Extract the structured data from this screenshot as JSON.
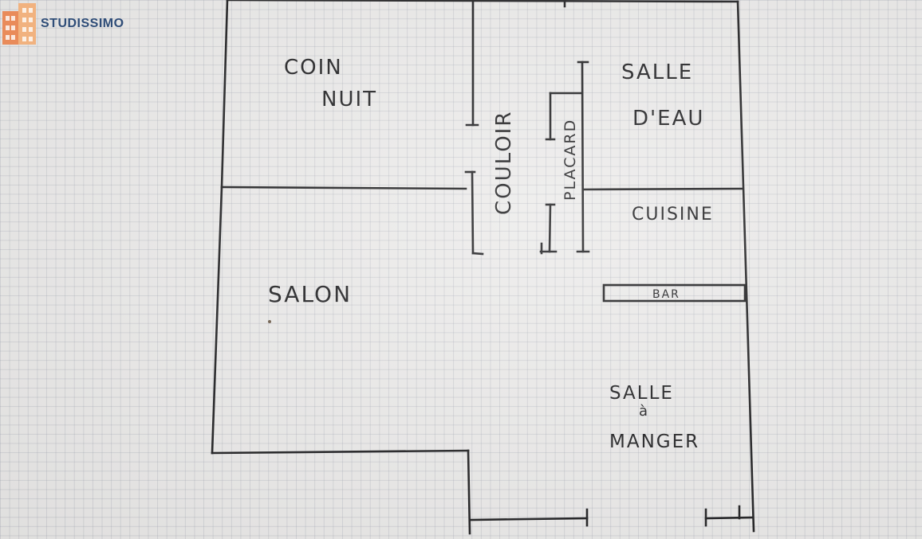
{
  "logo": {
    "name": "STUDISSIMO",
    "icon": "building-icon",
    "text_color": "#2f4d78",
    "accent": "#e98b5a"
  },
  "rooms": {
    "coin_nuit": [
      "COIN",
      "NUIT"
    ],
    "salle_deau": [
      "SALLE",
      "D'EAU"
    ],
    "couloir": "COULOIR",
    "placard": "PLACARD",
    "cuisine": "CUISINE",
    "bar": "BAR",
    "salon": "SALON",
    "salle_a_manger": [
      "SALLE",
      "à",
      "MANGER"
    ]
  }
}
